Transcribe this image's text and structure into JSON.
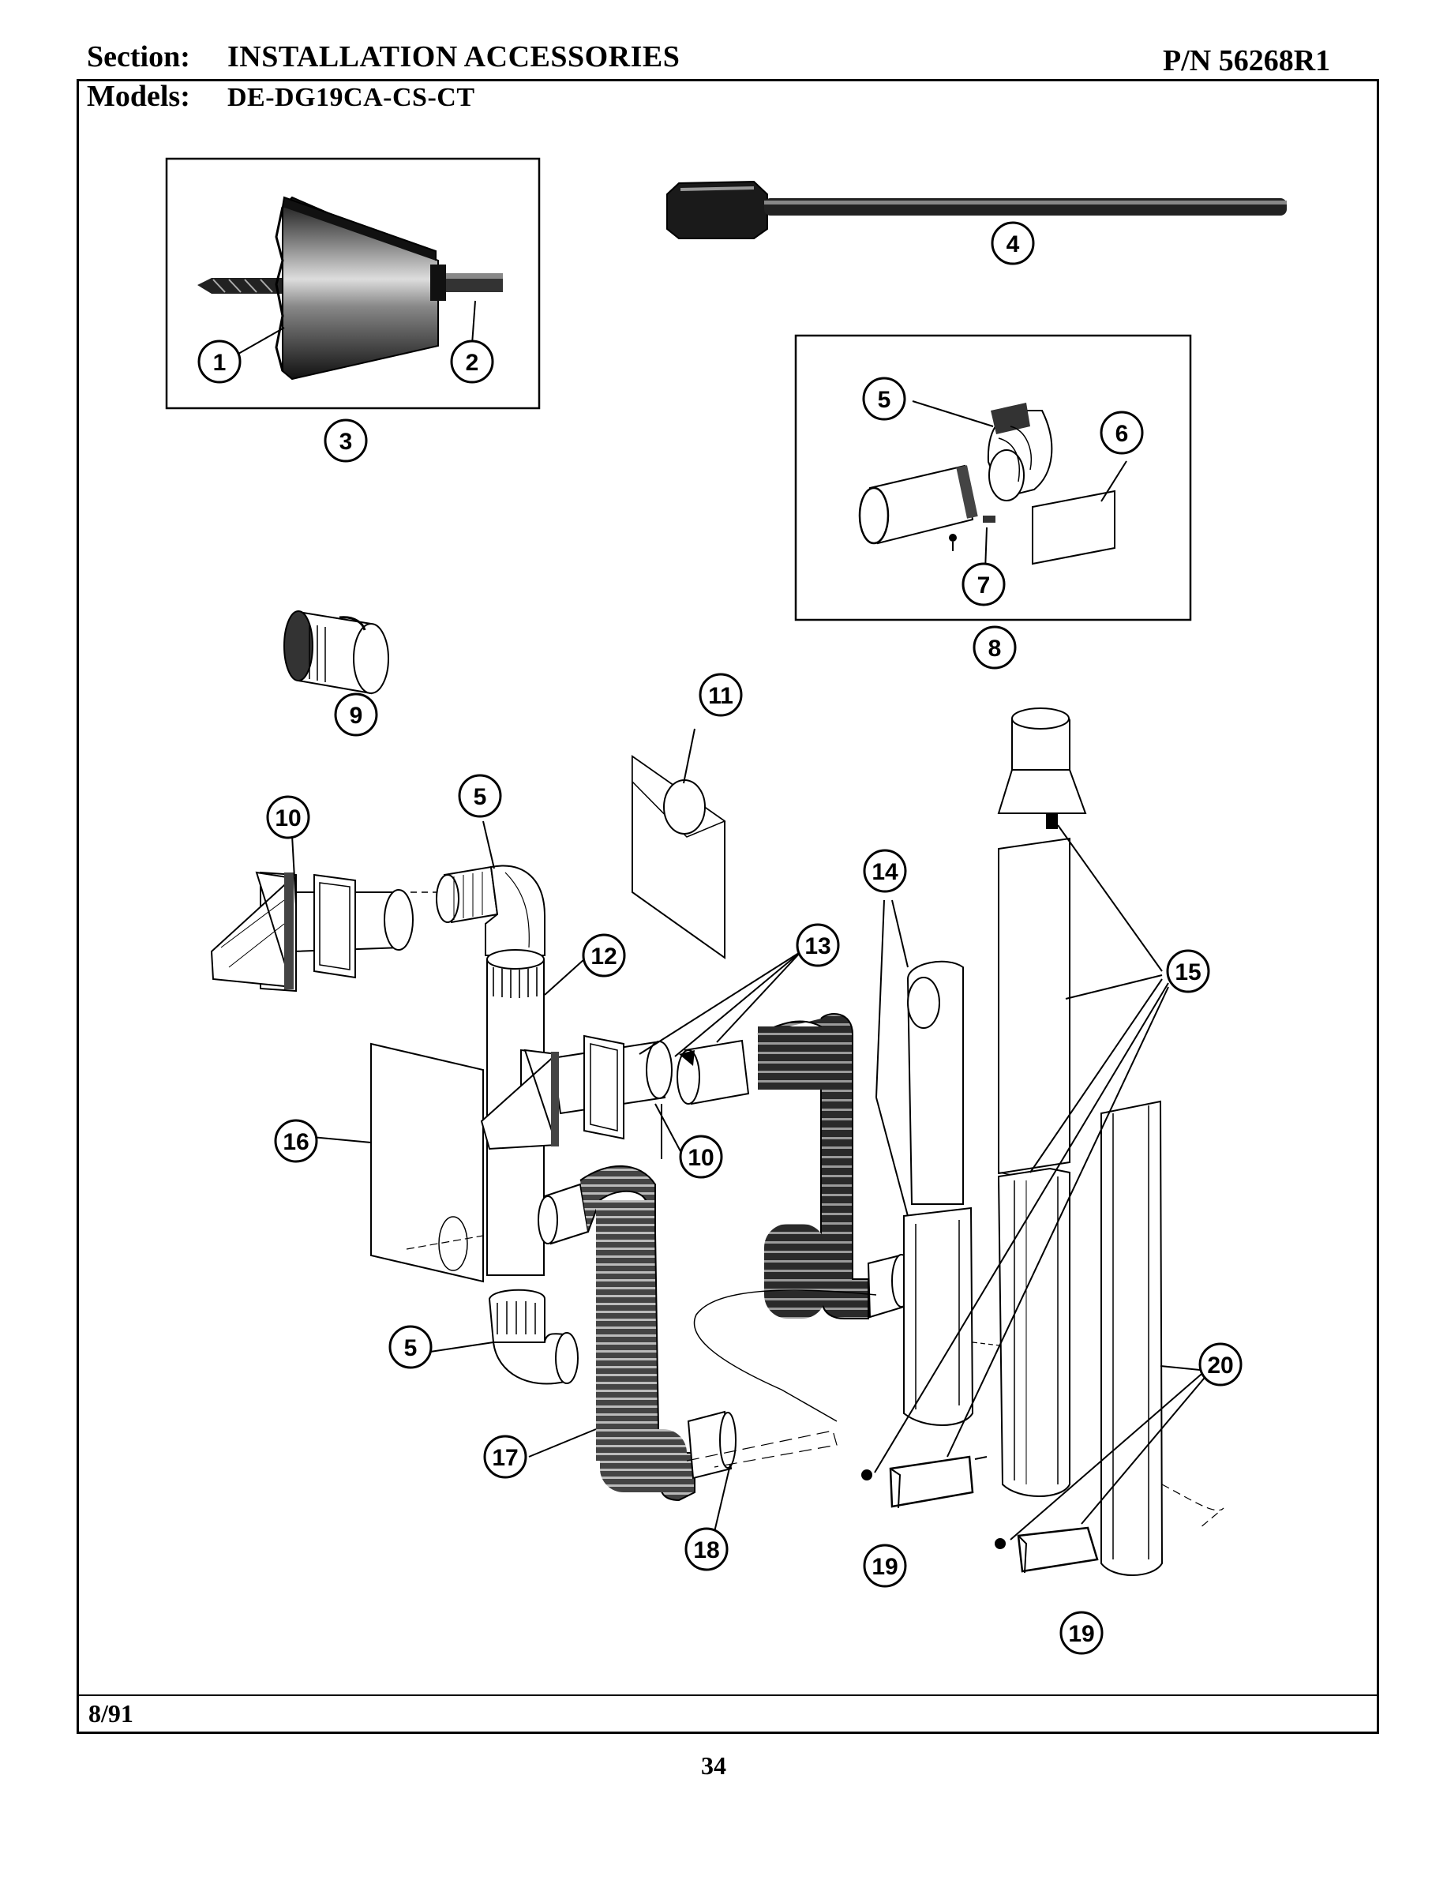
{
  "header": {
    "section_label": "Section:",
    "section_value": "INSTALLATION ACCESSORIES",
    "models_label": "Models:",
    "models_value": "DE-DG19CA-CS-CT",
    "part_number": "P/N 56268R1"
  },
  "footer": {
    "date": "8/91",
    "page_number": "34"
  },
  "callouts": [
    "1",
    "2",
    "3",
    "4",
    "5",
    "6",
    "7",
    "8",
    "9",
    "10",
    "11",
    "5",
    "10",
    "12",
    "13",
    "14",
    "15",
    "16",
    "10",
    "5",
    "17",
    "18",
    "19",
    "19",
    "20"
  ]
}
